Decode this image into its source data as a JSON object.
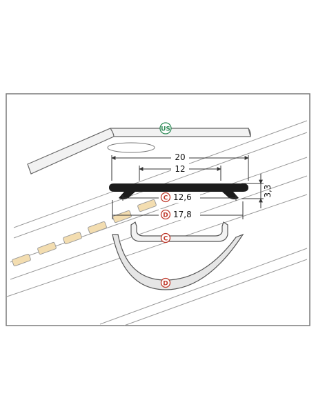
{
  "diagram": {
    "labels": {
      "us": "US",
      "c_top": "C",
      "d_top": "D",
      "c_bottom": "C",
      "d_bottom": "D"
    },
    "dimensions": {
      "width_total": "20",
      "width_inner": "12",
      "width_c": "12,6",
      "width_d": "17,8",
      "height": "3,3"
    }
  },
  "colors": {
    "line": "#555555",
    "profile_fill": "#1c1c1c",
    "led_fill": "#f3ddb0",
    "diffuser_fill": "#e6e6e6",
    "c_badge": "#c0392b",
    "d_badge": "#c0392b",
    "us_badge": "#2e8b57"
  }
}
